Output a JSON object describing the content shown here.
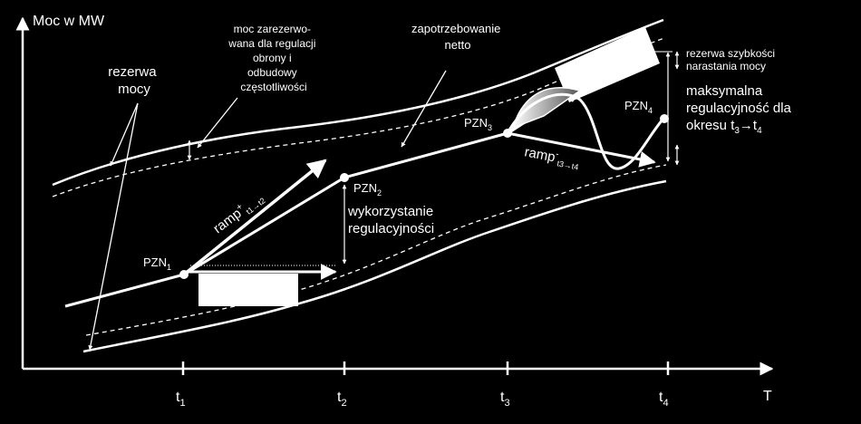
{
  "axes": {
    "y_label": "Moc w MW",
    "x_label": "T"
  },
  "ticks": [
    {
      "base": "t",
      "sub": "1"
    },
    {
      "base": "t",
      "sub": "2"
    },
    {
      "base": "t",
      "sub": "3"
    },
    {
      "base": "t",
      "sub": "4"
    }
  ],
  "labels": {
    "rezerwa_mocy_1": "rezerwa",
    "rezerwa_mocy_2": "mocy",
    "moc_zarezerwowana": [
      "moc zarezerwo-",
      "wana dla regulacji",
      "obrony i",
      "odbudowy",
      "częstotliwości"
    ],
    "zapotrzebowanie": [
      "zapotrzebowanie",
      "netto"
    ],
    "rezerwa_szybkosci": [
      "rezerwa szybkości",
      "narastania mocy"
    ],
    "maksymalna": [
      "maksymalna",
      "regulacyjność dla",
      "okresu t"
    ],
    "okres_sub1": "3",
    "okres_arrow": "→t",
    "okres_sub2": "4",
    "wykorzystanie": [
      "wykorzystanie",
      "regulacyjności"
    ],
    "ramp_plus": "ramp",
    "ramp_plus_sup": "+",
    "ramp_plus_sub": "t1→t2",
    "ramp_minus": "ramp",
    "ramp_minus_sup": "-",
    "ramp_minus_sub": "t3→t4"
  },
  "points": [
    {
      "base": "PZN",
      "sub": "1"
    },
    {
      "base": "PZN",
      "sub": "2"
    },
    {
      "base": "PZN",
      "sub": "3"
    },
    {
      "base": "PZN",
      "sub": "4"
    }
  ]
}
